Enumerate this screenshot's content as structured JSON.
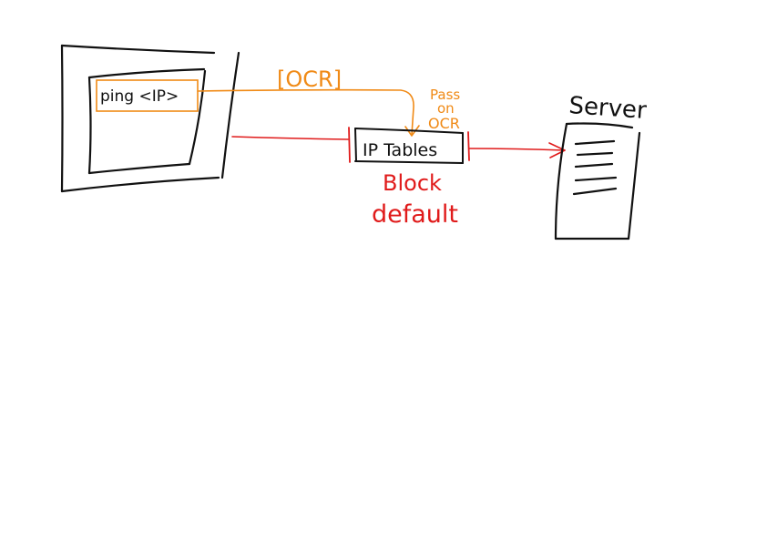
{
  "colors": {
    "ink": "#111111",
    "orange": "#f08a16",
    "red": "#e01b1b"
  },
  "labels": {
    "command": "ping <IP>",
    "ocr": "[OCR]",
    "pass_line1": "Pass",
    "pass_line2": "on",
    "pass_line3": "OCR",
    "iptables": "IP Tables",
    "block": "Block",
    "default": "default",
    "server": "Server"
  }
}
